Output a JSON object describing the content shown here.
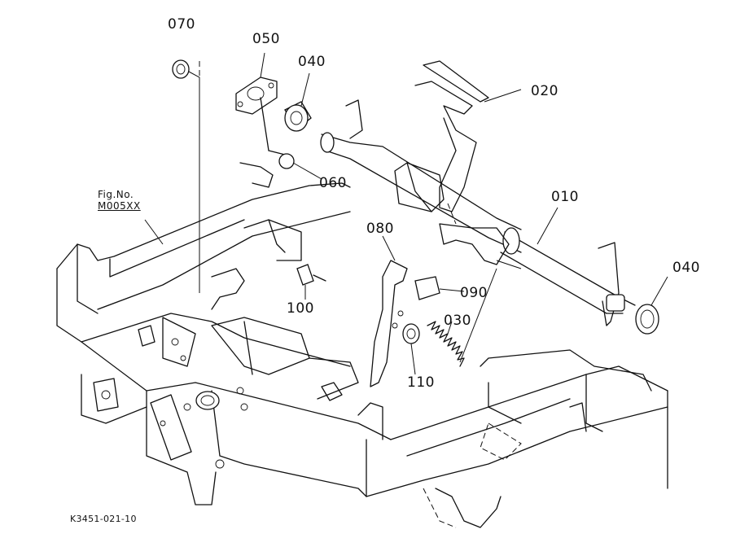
{
  "diagram": {
    "part_labels": {
      "p070": "070",
      "p050": "050",
      "p040_top": "040",
      "p020": "020",
      "p060": "060",
      "p010": "010",
      "p040_right": "040",
      "p080": "080",
      "p090": "090",
      "p030": "030",
      "p100": "100",
      "p110": "110"
    },
    "figure_ref": {
      "line1": "Fig.No.",
      "line2": "M005XX"
    },
    "drawing_code": "K3451-021-10"
  }
}
